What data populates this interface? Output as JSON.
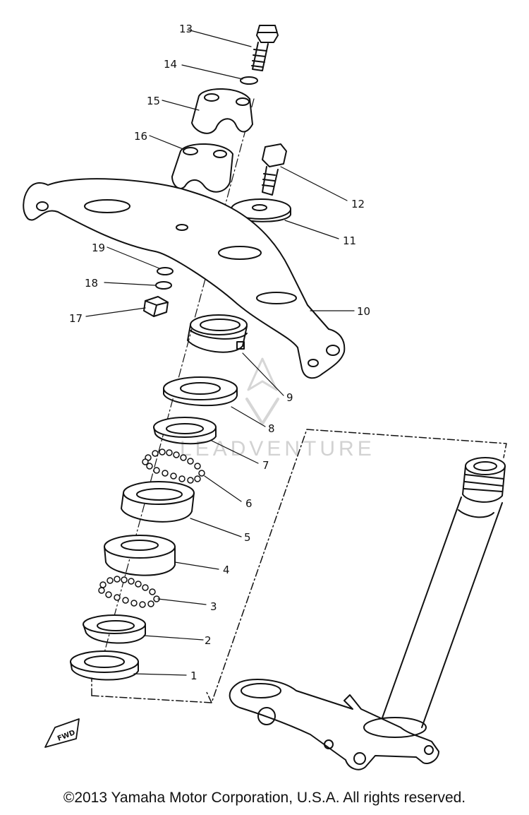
{
  "watermark": "LEADVENTURE",
  "copyright": "©2013 Yamaha Motor Corporation, U.S.A. All rights reserved.",
  "fwd_label": "FWD",
  "callouts": [
    "1",
    "2",
    "3",
    "4",
    "5",
    "6",
    "7",
    "8",
    "9",
    "10",
    "11",
    "12",
    "13",
    "14",
    "15",
    "16",
    "17",
    "18",
    "19"
  ]
}
